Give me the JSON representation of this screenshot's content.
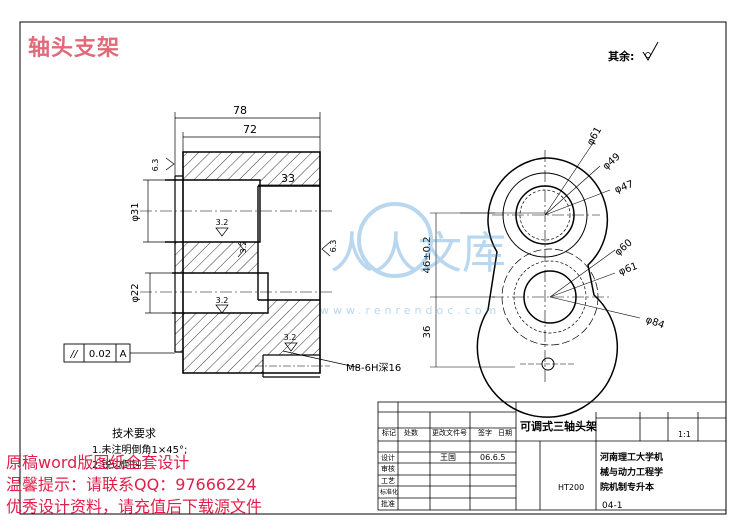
{
  "overlay_title": "轴头支架",
  "roughness_note": "其余:",
  "dimensions": {
    "overall_length": "78",
    "body_length": "72",
    "bore_depth": "33",
    "dia_31": "φ31",
    "dia_22": "φ22",
    "rough_left": "6.3",
    "rough_a": "3.2",
    "rough_b": "3.2",
    "rough_c": "3.2",
    "rough_d": "3.2",
    "rough_e": "6.3",
    "thread": "M8-6H深16",
    "dia_61_top": "φ61",
    "dia_49": "φ49",
    "dia_47": "φ47",
    "center_dist": "46±0.2",
    "dia_60": "φ60",
    "dia_61_bot": "φ61",
    "dia_84": "φ84",
    "height_36": "36"
  },
  "tolerance_frame": {
    "symbol": "//",
    "value": "0.02",
    "datum": "A"
  },
  "tech_requirements": {
    "heading": "技术要求",
    "item1": "1.未注明倒角1×45°;",
    "item2": "2.锐边倒钝"
  },
  "title_block": {
    "part_name": "可调式三轴头架",
    "material": "HT200",
    "scale": "1:1",
    "school": "河南理工大学机械与动力工程学院机制专升本",
    "drawing_no": "04-1",
    "designer": "王国",
    "date": "06.6.5",
    "rows": [
      "标记",
      "处数",
      "更改文件号",
      "签字",
      "日期",
      "设计",
      "审核",
      "工艺",
      "标准化",
      "批准"
    ]
  },
  "watermark": "人人文库",
  "watermark_url": "www.renrendoc.com",
  "promo_lines": [
    "原稿word版图纸全套设计",
    "温馨提示：请联系QQ：97666224",
    "优秀设计资料，请充值后下载源文件"
  ]
}
